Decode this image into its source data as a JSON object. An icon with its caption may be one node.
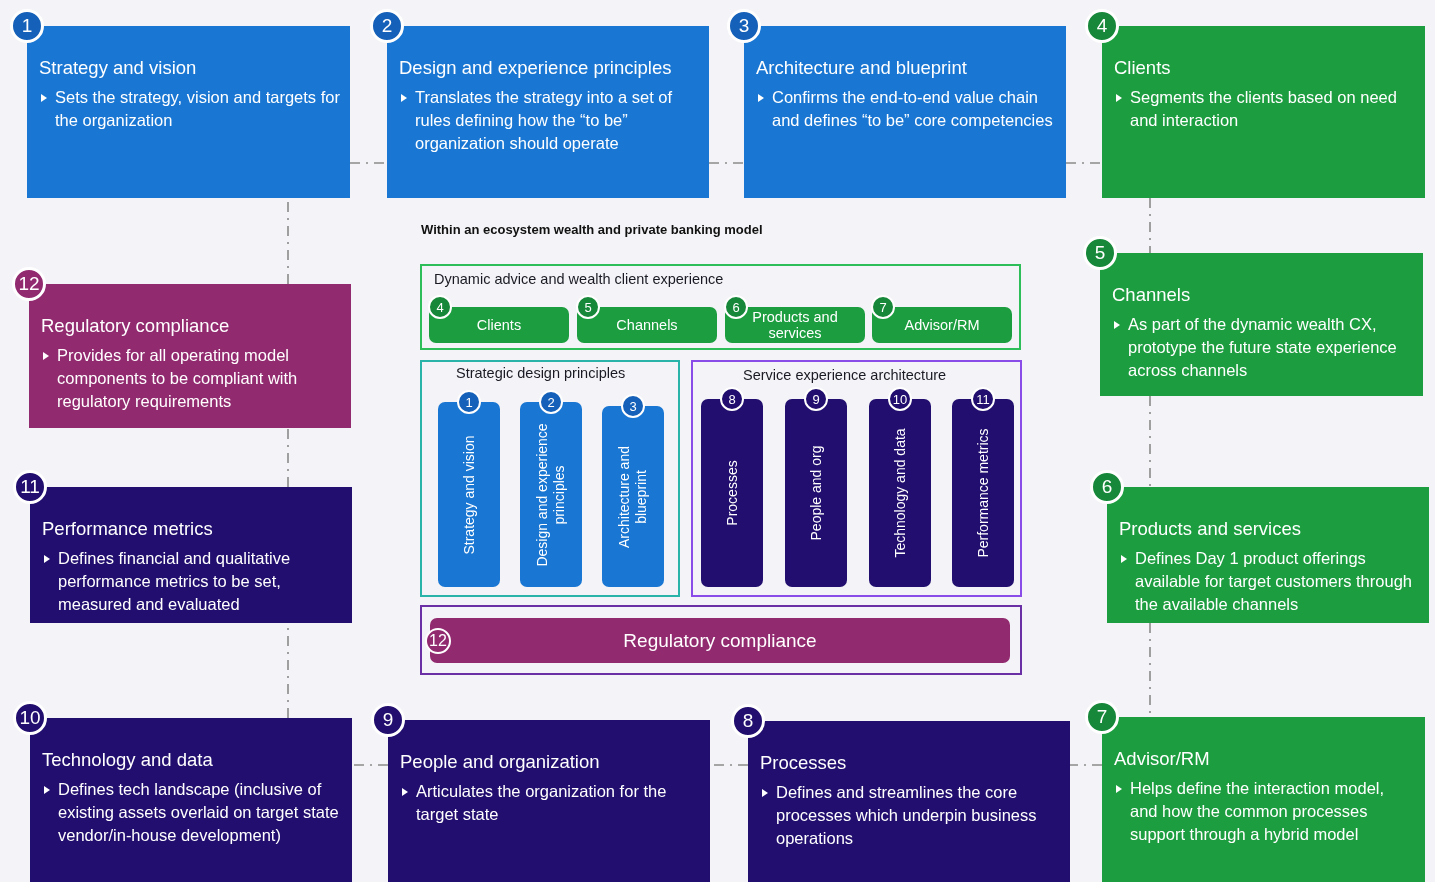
{
  "diagram": {
    "nodes": [
      {
        "text": [
          "1",
          "Strategy and vision",
          "Sets the strategy, vision and targets for the organization"
        ]
      },
      {
        "text": [
          "2",
          "Design and experience principles",
          "Translates the strategy into a set of rules defining how the “to be” organization should operate"
        ]
      },
      {
        "text": [
          "3",
          "Architecture and blueprint",
          "Confirms the end-to-end value chain and defines “to be” core competencies"
        ]
      },
      {
        "text": [
          "4",
          "Clients",
          "Segments the clients based on need and interaction"
        ]
      },
      {
        "text": [
          "5",
          "Channels",
          "As part of the dynamic wealth CX, prototype the future state experience across channels"
        ]
      },
      {
        "text": [
          "6",
          "Products and services",
          "Defines Day 1 product offerings available for target customers through the available channels"
        ]
      },
      {
        "text": [
          "7",
          "Advisor/RM",
          "Helps define the interaction model, and how the common processes support through a hybrid model"
        ]
      },
      {
        "text": [
          "8",
          "Processes",
          "Defines and streamlines the core processes which underpin business operations"
        ]
      },
      {
        "text": [
          "9",
          "People and organization",
          "Articulates the organization for the target state"
        ]
      },
      {
        "text": [
          "10",
          "Technology and data",
          "Defines tech landscape (inclusive of existing assets overlaid on target state vendor/in-house development)"
        ]
      },
      {
        "text": [
          "11",
          "Performance metrics",
          "Defines financial and qualitative performance metrics to be set, measured and evaluated"
        ]
      },
      {
        "text": [
          "12",
          "Regulatory compliance",
          "Provides for all operating model components to be compliant with regulatory requirements"
        ]
      },
      {
        "text": [
          "Dynamic advice and wealth client experience"
        ]
      },
      {
        "text": [
          "4",
          "Clients"
        ],
        "in": 12
      },
      {
        "text": [
          "5",
          "Channels"
        ],
        "in": 12
      },
      {
        "text": [
          "6",
          "Products and services"
        ],
        "in": 12
      },
      {
        "text": [
          "7",
          "Advisor/RM"
        ],
        "in": 12
      },
      {
        "text": [
          "Strategic design principles"
        ]
      },
      {
        "text": [
          "1",
          "Strategy and vision"
        ],
        "in": 17
      },
      {
        "text": [
          "2",
          "Design and experience principles"
        ],
        "in": 17
      },
      {
        "text": [
          "3",
          "Architecture and blueprint"
        ],
        "in": 17
      },
      {
        "text": [
          "Service experience architecture"
        ]
      },
      {
        "text": [
          "8",
          "Processes"
        ],
        "in": 21
      },
      {
        "text": [
          "9",
          "People and org"
        ],
        "in": 21
      },
      {
        "text": [
          "10",
          "Technology and data"
        ],
        "in": 21
      },
      {
        "text": [
          "11",
          "Performance metrics"
        ],
        "in": 21
      },
      {
        "text": [],
        "shape": "box"
      },
      {
        "text": [
          "12",
          "Regulatory compliance"
        ],
        "in": 26
      }
    ],
    "edges": [
      {
        "from": 0,
        "to": 1,
        "arrow": "none",
        "style": "dashed"
      },
      {
        "from": 1,
        "to": 2,
        "arrow": "none",
        "style": "dashed"
      },
      {
        "from": 2,
        "to": 3,
        "arrow": "none",
        "style": "dashed"
      },
      {
        "from": 3,
        "to": 4,
        "arrow": "none",
        "style": "dashed"
      },
      {
        "from": 4,
        "to": 5,
        "arrow": "none",
        "style": "dashed"
      },
      {
        "from": 5,
        "to": 6,
        "arrow": "none",
        "style": "dashed"
      },
      {
        "from": 6,
        "to": 7,
        "arrow": "none",
        "style": "dashed"
      },
      {
        "from": 7,
        "to": 8,
        "arrow": "none",
        "style": "dashed"
      },
      {
        "from": 8,
        "to": 9,
        "arrow": "none",
        "style": "dashed"
      },
      {
        "from": 9,
        "to": 10,
        "arrow": "none",
        "style": "dashed"
      },
      {
        "from": 10,
        "to": 11,
        "arrow": "none",
        "style": "dashed"
      },
      {
        "from": 11,
        "to": 0,
        "arrow": "none",
        "style": "dashed"
      }
    ],
    "labels": [
      "Within an ecosystem wealth and private banking model"
    ]
  }
}
